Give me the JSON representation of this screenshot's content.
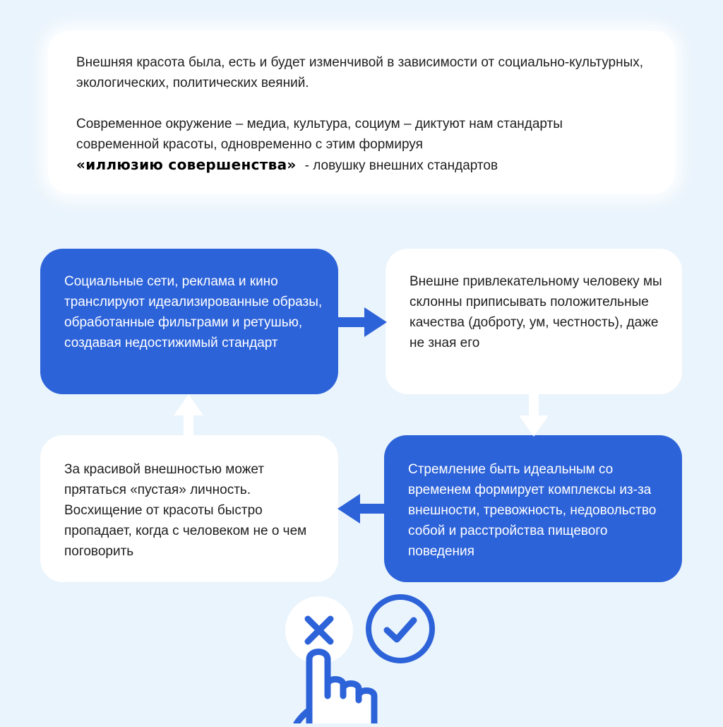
{
  "intro": {
    "paragraph1": "Внешняя красота была, есть и будет изменчивой в зависимости от социально-культурных, экологических, политических веяний.",
    "paragraph2": "Современное окружение – медиа, культура, социум – диктуют нам стандарты современной красоты, одновременно с этим формируя",
    "emphasis": "«иллюзию совершенства»",
    "tail": "- ловушку внешних стандартов"
  },
  "cycle": {
    "media": "Социальные сети, реклама и кино транслируют идеализированные образы, обработанные фильтрами и ретушью, создавая недостижимый стандарт",
    "attraction": "Внешне привлекательному человеку мы склонны приписывать  положительные качества (доброту, ум, честность), даже не зная его",
    "pressure": "Стремление быть идеальным со временем формирует  комплексы из-за внешности, тревожность, недовольство собой и расстройства пищевого поведения",
    "empty": "За красивой внешностью может прятаться «пустая» личность. Восхищение от красоты быстро пропадает, когда с человеком не о чем поговорить"
  },
  "colors": {
    "background": "#eaf4fc",
    "accent_blue": "#2d63d9",
    "card_white": "#ffffff",
    "text_dark": "#1e1e1e"
  },
  "icons": [
    "cross-icon",
    "check-icon",
    "pointing-hand-icon"
  ]
}
